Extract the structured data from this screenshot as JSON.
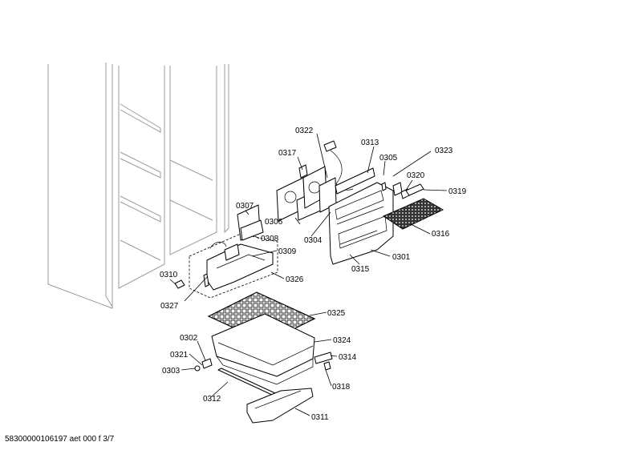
{
  "footer": "58300000106197 aet 000 f 3/7",
  "callouts": {
    "c0301": "0301",
    "c0302": "0302",
    "c0303": "0303",
    "c0304": "0304",
    "c0305": "0305",
    "c0306": "0306",
    "c0307": "0307",
    "c0308": "0308",
    "c0309": "0309",
    "c0310": "0310",
    "c0311": "0311",
    "c0312": "0312",
    "c0313": "0313",
    "c0314": "0314",
    "c0315": "0315",
    "c0316": "0316",
    "c0317": "0317",
    "c0318": "0318",
    "c0319": "0319",
    "c0320": "0320",
    "c0321": "0321",
    "c0322": "0322",
    "c0323": "0323",
    "c0324": "0324",
    "c0325": "0325",
    "c0326": "0326",
    "c0327": "0327"
  }
}
